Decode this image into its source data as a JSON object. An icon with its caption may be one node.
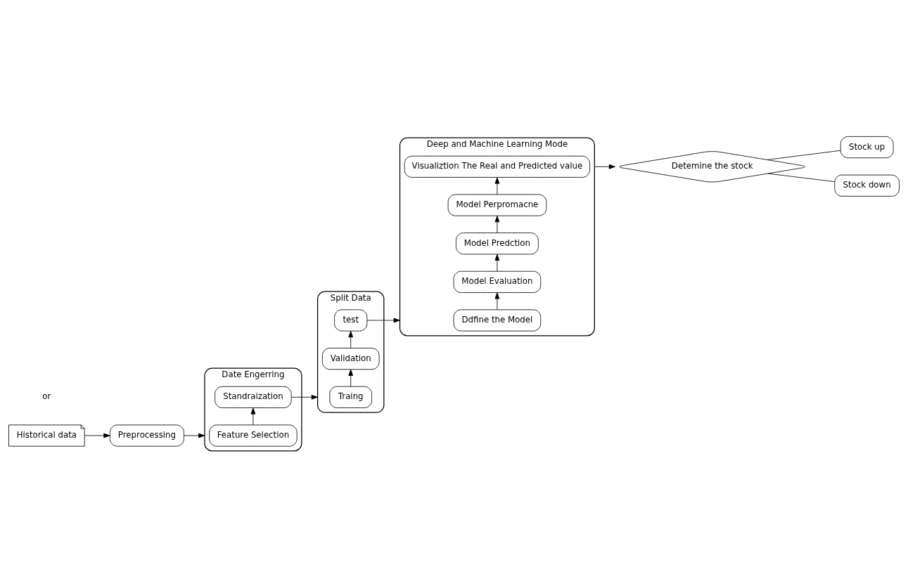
{
  "diagram": {
    "nodes": [
      {
        "text": [
          "Historical data"
        ]
      },
      {
        "text": [
          "Preprocessing"
        ]
      },
      {
        "text": [
          "Date Engerring"
        ]
      },
      {
        "text": [
          "Feature Selection"
        ],
        "in": 2
      },
      {
        "text": [
          "Standraization"
        ],
        "in": 2
      },
      {
        "text": [
          "Split Data"
        ]
      },
      {
        "text": [
          "Traing"
        ],
        "in": 5
      },
      {
        "text": [
          "Validation"
        ],
        "in": 5
      },
      {
        "text": [
          "test"
        ],
        "in": 5
      },
      {
        "text": [
          "Deep and Machine Learning Mode"
        ]
      },
      {
        "text": [
          "Ddfine the Model"
        ],
        "in": 9
      },
      {
        "text": [
          "Model Evaluation"
        ],
        "in": 9
      },
      {
        "text": [
          "Model Predction"
        ],
        "in": 9
      },
      {
        "text": [
          "Model Perpromacne"
        ],
        "in": 9
      },
      {
        "text": [
          "Visualiztion The Real and Predicted value"
        ],
        "in": 9
      },
      {
        "text": [
          "Detemine the stock"
        ]
      },
      {
        "text": [
          "Stock up"
        ]
      },
      {
        "text": [
          "Stock down"
        ]
      }
    ],
    "edges": [
      {
        "from": 0,
        "to": 1,
        "arrow": "to"
      },
      {
        "from": 1,
        "to": 2,
        "arrow": "to"
      },
      {
        "from": 3,
        "to": 4,
        "arrow": "to"
      },
      {
        "from": 4,
        "to": 5,
        "arrow": "to"
      },
      {
        "from": 6,
        "to": 7,
        "arrow": "to"
      },
      {
        "from": 7,
        "to": 8,
        "arrow": "to"
      },
      {
        "from": 8,
        "to": 9,
        "arrow": "to"
      },
      {
        "from": 10,
        "to": 11,
        "arrow": "to"
      },
      {
        "from": 11,
        "to": 12,
        "arrow": "to"
      },
      {
        "from": 12,
        "to": 13,
        "arrow": "to"
      },
      {
        "from": 13,
        "to": 14,
        "arrow": "to"
      },
      {
        "from": 9,
        "to": 15,
        "arrow": "to"
      },
      {
        "from": 15,
        "to": 16,
        "arrow": "none"
      },
      {
        "from": 15,
        "to": 17,
        "arrow": "none"
      }
    ],
    "labels": [
      "or"
    ]
  }
}
